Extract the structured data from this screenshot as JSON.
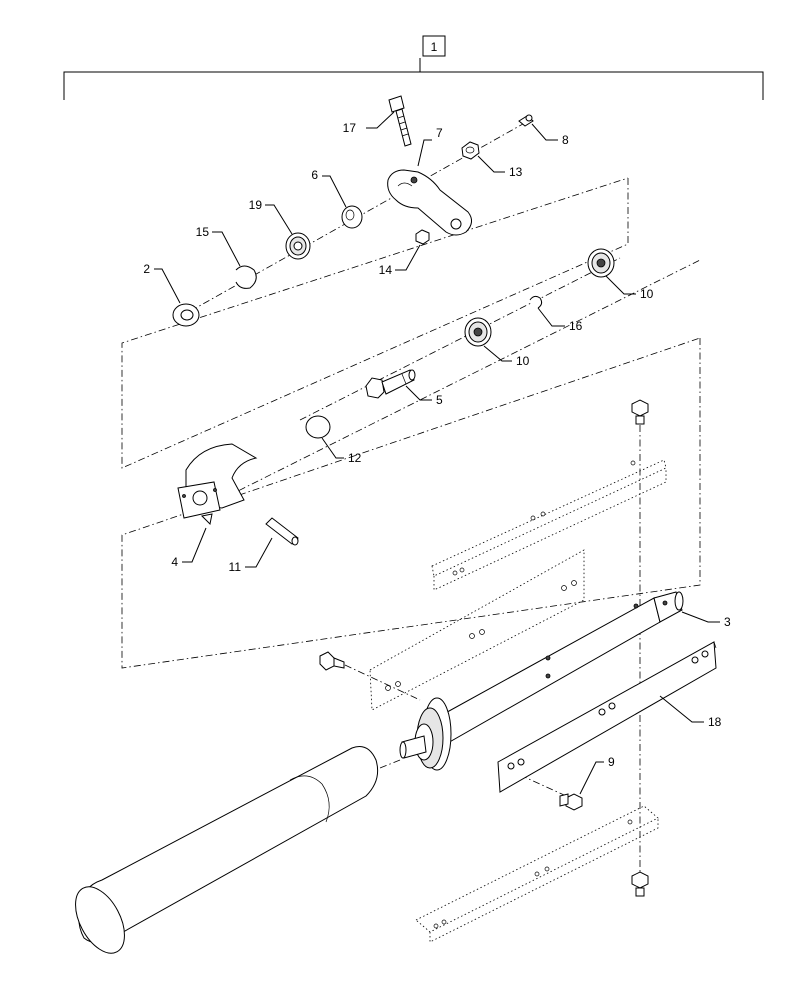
{
  "assembly": {
    "label": "1"
  },
  "callouts": [
    {
      "id": "c17",
      "number": "17"
    },
    {
      "id": "c7",
      "number": "7"
    },
    {
      "id": "c8",
      "number": "8"
    },
    {
      "id": "c13",
      "number": "13"
    },
    {
      "id": "c6",
      "number": "6"
    },
    {
      "id": "c19",
      "number": "19"
    },
    {
      "id": "c15",
      "number": "15"
    },
    {
      "id": "c2",
      "number": "2"
    },
    {
      "id": "c14",
      "number": "14"
    },
    {
      "id": "c10a",
      "number": "10"
    },
    {
      "id": "c16",
      "number": "16"
    },
    {
      "id": "c10b",
      "number": "10"
    },
    {
      "id": "c5",
      "number": "5"
    },
    {
      "id": "c12",
      "number": "12"
    },
    {
      "id": "c4",
      "number": "4"
    },
    {
      "id": "c11",
      "number": "11"
    },
    {
      "id": "c3",
      "number": "3"
    },
    {
      "id": "c18",
      "number": "18"
    },
    {
      "id": "c9",
      "number": "9"
    }
  ]
}
